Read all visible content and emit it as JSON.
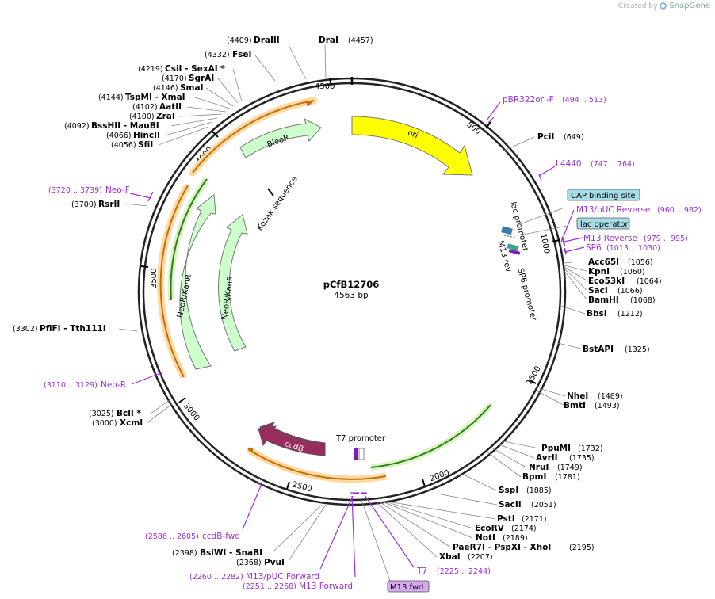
{
  "credit": {
    "prefix": "Created by",
    "brand": "SnapGene"
  },
  "plasmid": {
    "name": "pCfB12706",
    "length": "4563 bp"
  },
  "ticks": [
    "4500",
    "500",
    "1000",
    "1500",
    "2000",
    "2500",
    "3000",
    "3500",
    "4000"
  ],
  "features": {
    "ori": "ori",
    "bleor": "BleoR",
    "neor1": "NeoR/KanR",
    "neor2": "NeoR/KanR",
    "ccdb": "ccdB",
    "kozak": "Kozak sequence",
    "lac_promoter": "lac promoter",
    "m13_rev": "M13 rev",
    "sp6_promoter": "SP6 promoter",
    "t7_promoter": "T7 promoter"
  },
  "sites": [
    {
      "pos": "(4409)",
      "name": "DraIII"
    },
    {
      "pos": "(4457)",
      "name": "DraI"
    },
    {
      "pos": "(4332)",
      "name": "FseI"
    },
    {
      "pos": "(4219)",
      "name": "CsiI  - SexAI *"
    },
    {
      "pos": "(4170)",
      "name": "SgrAI"
    },
    {
      "pos": "(4146)",
      "name": "SmaI"
    },
    {
      "pos": "(4144)",
      "name": "TspMI  - XmaI"
    },
    {
      "pos": "(4102)",
      "name": "AatII"
    },
    {
      "pos": "(4100)",
      "name": "ZraI"
    },
    {
      "pos": "(4092)",
      "name": "BssHII  - MauBI"
    },
    {
      "pos": "(4066)",
      "name": "HincII"
    },
    {
      "pos": "(4056)",
      "name": "SfiI"
    },
    {
      "pos": "(3700)",
      "name": "RsrII"
    },
    {
      "pos": "(3302)",
      "name": "PflFI  - Tth111I"
    },
    {
      "pos": "(3025)",
      "name": "BclI *"
    },
    {
      "pos": "(3000)",
      "name": "XcmI"
    },
    {
      "pos": "(2398)",
      "name": "BsiWI  - SnaBI"
    },
    {
      "pos": "(2368)",
      "name": "PvuI"
    },
    {
      "pos": "(649)",
      "name": "PciI"
    },
    {
      "pos": "(1056)",
      "name": "Acc65I"
    },
    {
      "pos": "(1060)",
      "name": "KpnI"
    },
    {
      "pos": "(1064)",
      "name": "Eco53kI"
    },
    {
      "pos": "(1066)",
      "name": "SacI"
    },
    {
      "pos": "(1068)",
      "name": "BamHI"
    },
    {
      "pos": "(1212)",
      "name": "BbsI"
    },
    {
      "pos": "(1325)",
      "name": "BstAPI"
    },
    {
      "pos": "(1489)",
      "name": "NheI"
    },
    {
      "pos": "(1493)",
      "name": "BmtI"
    },
    {
      "pos": "(1732)",
      "name": "PpuMI"
    },
    {
      "pos": "(1735)",
      "name": "AvrII"
    },
    {
      "pos": "(1749)",
      "name": "NruI"
    },
    {
      "pos": "(1781)",
      "name": "BpmI"
    },
    {
      "pos": "(1885)",
      "name": "SspI"
    },
    {
      "pos": "(2051)",
      "name": "SacII"
    },
    {
      "pos": "(2171)",
      "name": "PstI"
    },
    {
      "pos": "(2174)",
      "name": "EcoRV"
    },
    {
      "pos": "(2189)",
      "name": "NotI"
    },
    {
      "pos": "(2195)",
      "name": "PaeR7I  - PspXI  - XhoI"
    },
    {
      "pos": "(2207)",
      "name": "XbaI"
    }
  ],
  "primers": [
    {
      "name": "pBR322ori-F",
      "range": "(494 .. 513)"
    },
    {
      "name": "L4440",
      "range": "(747 .. 764)"
    },
    {
      "name": "M13/pUC Reverse",
      "range": "(960 .. 982)"
    },
    {
      "name": "M13 Reverse",
      "range": "(979 .. 995)"
    },
    {
      "name": "SP6",
      "range": "(1013 .. 1030)"
    },
    {
      "name": "Neo-F",
      "range": "(3720 .. 3739)"
    },
    {
      "name": "Neo-R",
      "range": "(3110 .. 3129)"
    },
    {
      "name": "ccdB-fwd",
      "range": "(2586 .. 2605)"
    },
    {
      "name": "M13/pUC Forward",
      "range": "(2260 .. 2282)"
    },
    {
      "name": "M13 Forward",
      "range": "(2251 .. 2268)"
    },
    {
      "name": "T7",
      "range": "(2225 .. 2244)"
    }
  ],
  "boxed": {
    "cap": "CAP binding site",
    "lac_operator": "lac operator",
    "m13_fwd": "M13 fwd"
  },
  "colors": {
    "ori": "#ffff00",
    "marker": "#ccffcc",
    "ccdb": "#9b2b5c",
    "primer": "#9b30d8",
    "box": "#a6dde8",
    "orange_band": "#ffd9a0"
  }
}
